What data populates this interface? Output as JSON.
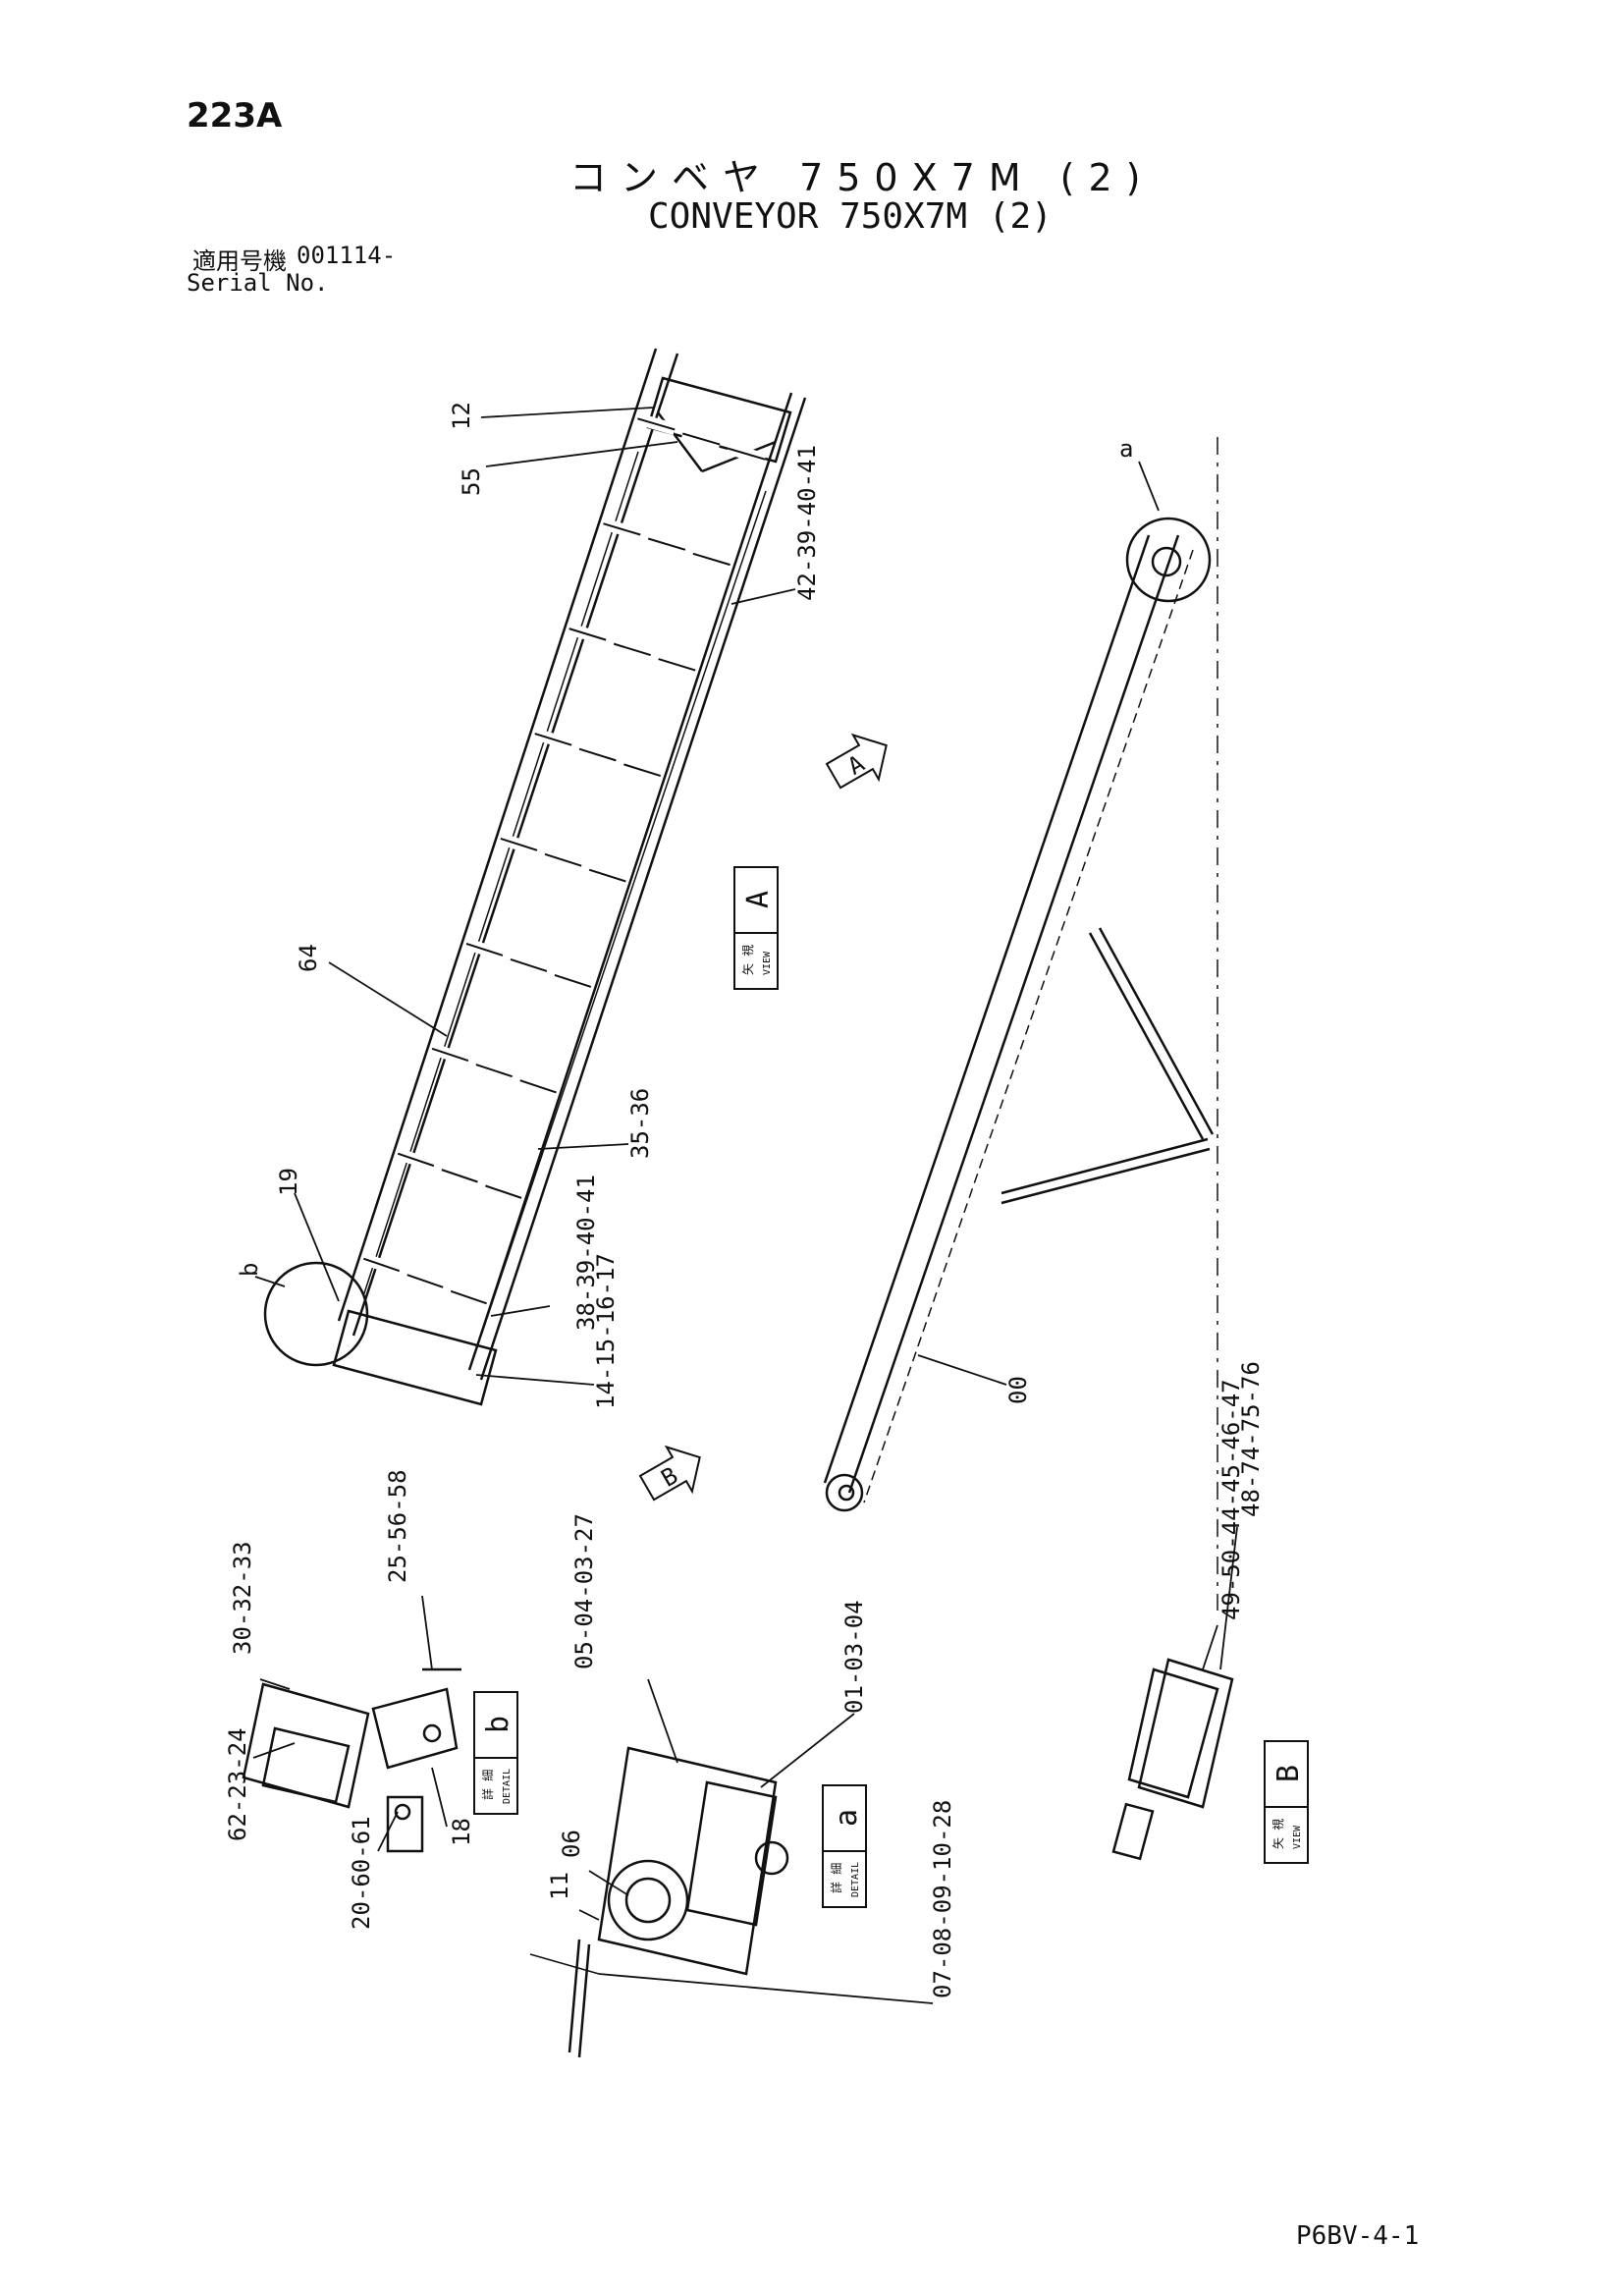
{
  "header": {
    "page_no": "223A",
    "title_jp": "コンベヤ 750X7M (2)",
    "title_en": "CONVEYOR 750X7M (2)",
    "serial_label_jp": "適用号機",
    "serial_value": "001114-",
    "serial_label_en": "Serial No."
  },
  "callouts": {
    "c12": "12",
    "c55": "55",
    "c42": "42-39-40-41",
    "c64": "64",
    "c35": "35-36",
    "c19": "19",
    "cb": "b",
    "c38": "38-39-40-41",
    "c14": "14-15-16-17",
    "ca": "a",
    "c00": "00",
    "c48": "48-74-75-76",
    "c49": "49-50-44-45-46-47",
    "c30": "30-32-33",
    "c25": "25-56-58",
    "c62": "62-23-24",
    "c18": "18",
    "c20": "20-60-61",
    "c05": "05-04-03-27",
    "c01": "01-03-04",
    "c06": "06",
    "c11": "11",
    "c07": "07-08-09-10-28"
  },
  "view_labels": {
    "view_a_jp": "矢 視",
    "view_a_en": "VIEW",
    "view_a_letter": "A",
    "view_b_jp": "矢 視",
    "view_b_en": "VIEW",
    "view_b_letter": "B",
    "detail_a_jp": "詳 細",
    "detail_a_en": "DETAIL",
    "detail_a_letter": "a",
    "detail_b_jp": "詳 細",
    "detail_b_en": "DETAIL",
    "detail_b_letter": "b",
    "arrow_a": "A",
    "arrow_b": "B"
  },
  "footer": {
    "code": "P6BV-4-1"
  }
}
